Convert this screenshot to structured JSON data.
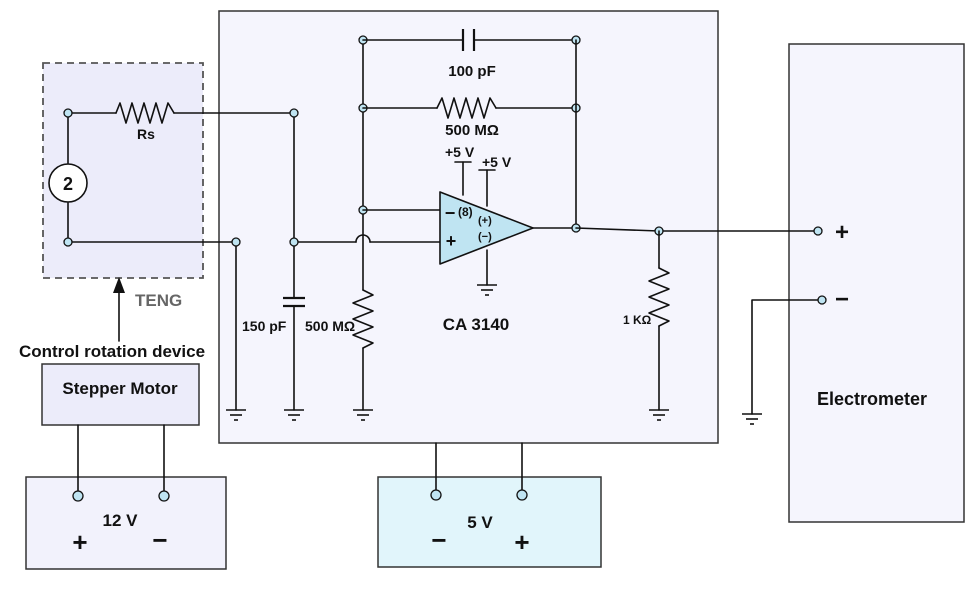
{
  "colors": {
    "box_fill": "#f5f5fd",
    "supply_fill": "#e1f5fb",
    "teng_fill": "#ececfa",
    "opamp_fill": "#bfe4f2",
    "node_fill": "#bfe4f2",
    "wire": "#111111"
  },
  "labels": {
    "cap_feedback": "100 pF",
    "res_feedback": "500 MΩ",
    "rs": "Rs",
    "supply_top": "+5 V",
    "supply_top2": "+5 V",
    "pin8": "(8)",
    "pin_plus": "(+)",
    "pin_minus": "(−)",
    "opamp_inv": "−",
    "opamp_noninv": "+",
    "source": "2",
    "teng": "TENG",
    "control": "Control rotation device",
    "cap_input": "150 pF",
    "res_input": "500 MΩ",
    "ic": "CA 3140",
    "res_load": "1 KΩ",
    "stepper": "Stepper Motor",
    "supply12": "12 V",
    "supply12_plus": "+",
    "supply12_minus": "−",
    "supply5": "5 V",
    "supply5_minus": "−",
    "supply5_plus": "+",
    "electrometer": "Electrometer",
    "elec_plus": "+",
    "elec_minus": "−"
  }
}
